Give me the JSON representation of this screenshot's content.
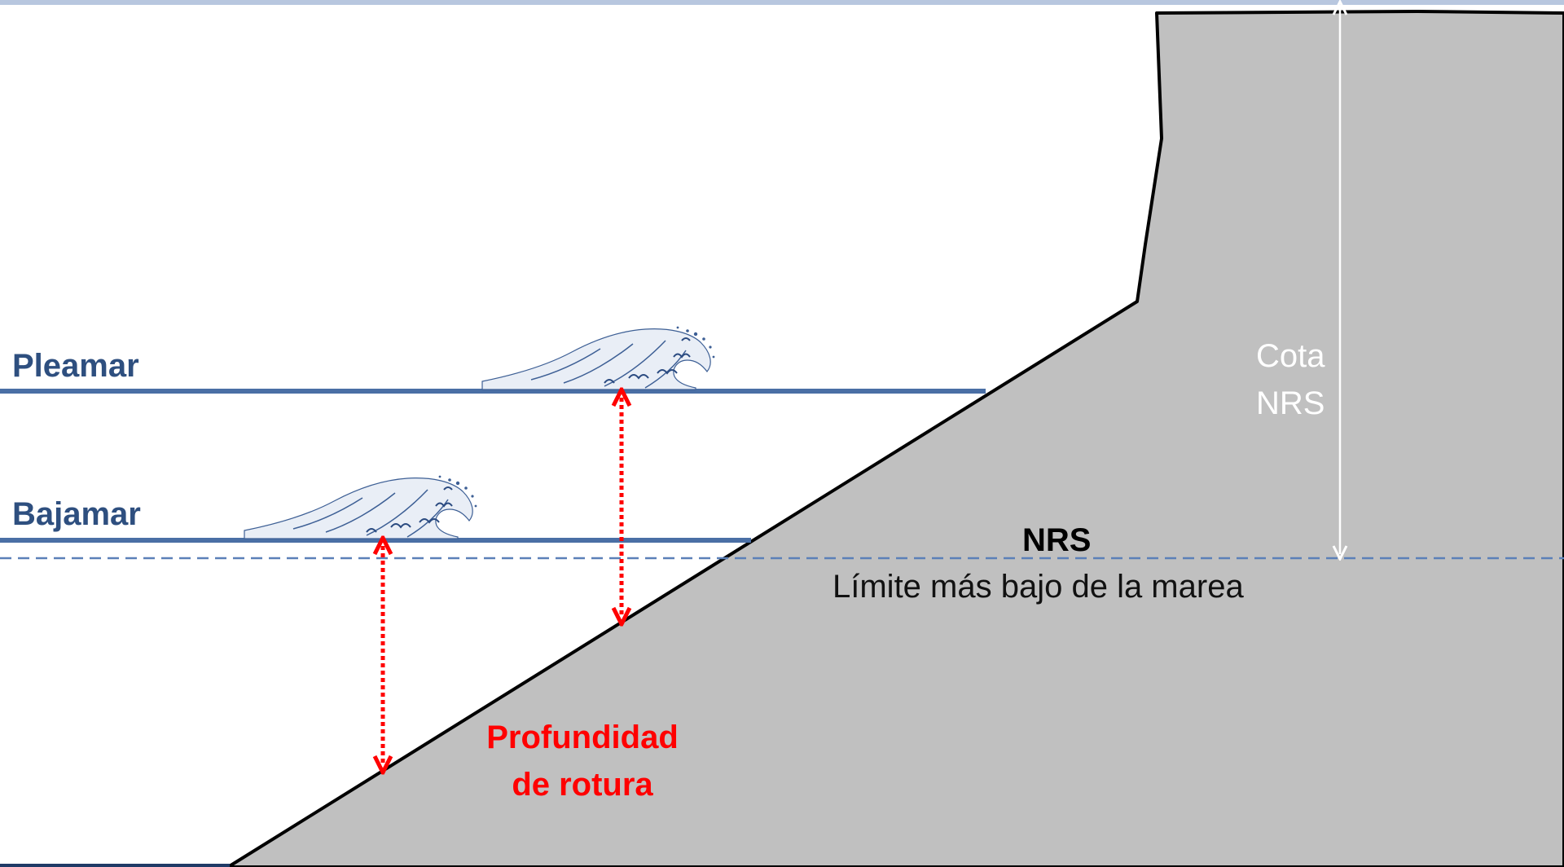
{
  "labels": {
    "pleamar": "Pleamar",
    "bajamar": "Bajamar",
    "nrs": "NRS",
    "limite": "Límite más bajo de la marea",
    "cota_line1": "Cota",
    "cota_line2": "NRS",
    "profundidad_line1": "Profundidad",
    "profundidad_line2": "de rotura"
  },
  "colors": {
    "water_line": "#4a6fa5",
    "nrs_dashed": "#5b80b8",
    "terrain_fill": "#c0c0c0",
    "terrain_stroke": "#000000",
    "breaking_depth_arrow": "#ff0000",
    "elevation_arrow": "#ffffff",
    "level_label": "#2e4f7f",
    "breaking_label": "#ff0000",
    "wave": "#3d5f95"
  },
  "icons": [
    "wave-icon-high-tide",
    "wave-icon-low-tide"
  ]
}
